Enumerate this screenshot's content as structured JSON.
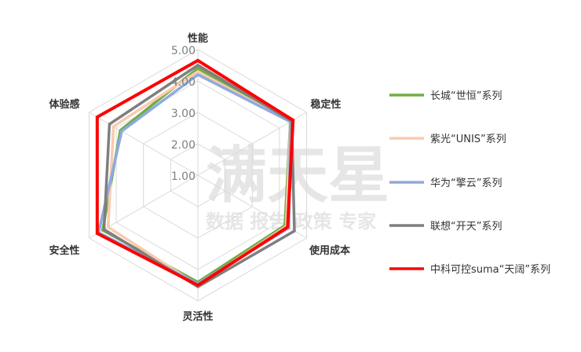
{
  "chart_data": {
    "type": "radar",
    "axes": [
      "性能",
      "稳定性",
      "使用成本",
      "灵活性",
      "安全性",
      "体验感"
    ],
    "ticks": [
      "1.00",
      "2.00",
      "3.00",
      "4.00",
      "5.00"
    ],
    "rlim": [
      1,
      5
    ],
    "grid": true,
    "legend_position": "right",
    "series": [
      {
        "name": "长城“世恒”系列",
        "color": "#70ad47",
        "values": [
          4.4,
          4.4,
          4.2,
          4.4,
          4.5,
          3.85
        ]
      },
      {
        "name": "紫光“UNIS”系列",
        "color": "#f8cbad",
        "values": [
          4.3,
          4.4,
          4.25,
          4.5,
          4.3,
          4.1
        ]
      },
      {
        "name": "华为“擎云”系列",
        "color": "#8faadc",
        "values": [
          4.2,
          4.4,
          4.35,
          4.45,
          4.65,
          3.8
        ]
      },
      {
        "name": "联想“开天”系列",
        "color": "#7f7f7f",
        "values": [
          4.5,
          4.45,
          4.55,
          4.55,
          4.45,
          4.25
        ]
      },
      {
        "name": "中科可控suma“天阔”系列",
        "color": "#ff0000",
        "values": [
          4.65,
          4.5,
          4.3,
          4.5,
          4.7,
          4.7
        ]
      }
    ]
  },
  "watermark": {
    "main": "满天星",
    "sub": "数据 报告 政策 专家"
  }
}
